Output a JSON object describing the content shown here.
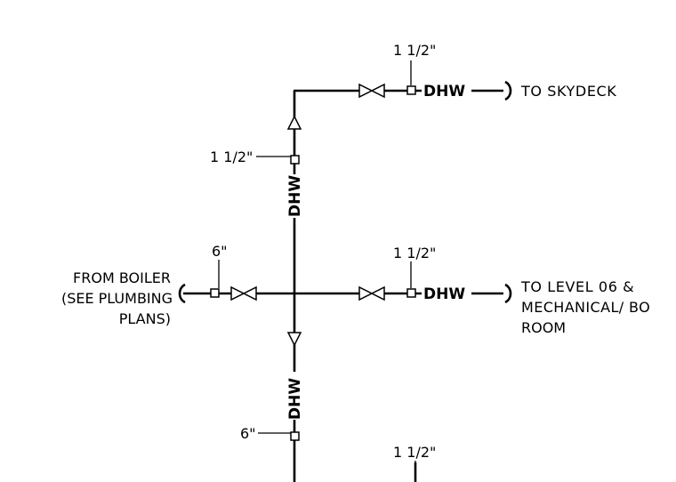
{
  "labels": {
    "skydeck": "TO SKYDECK",
    "boiler_line1": "FROM BOILER",
    "boiler_line2": "(SEE PLUMBING",
    "boiler_line3": "PLANS)",
    "level06_line1": "TO LEVEL 06 &",
    "level06_line2": "MECHANICAL/ BO",
    "level06_line3": "ROOM"
  },
  "pipe_tags": {
    "dhw_skydeck": "DHW",
    "dhw_riser_upper": "DHW",
    "dhw_level06": "DHW",
    "dhw_riser_lower": "DHW"
  },
  "pipe_sizes": {
    "skydeck": "1 1/2\"",
    "riser_upper": "1 1/2\"",
    "boiler": "6\"",
    "level06": "1 1/2\"",
    "riser_lower": "6\"",
    "bottom_right": "1 1/2\""
  },
  "colors": {
    "line": "#000000",
    "background": "#ffffff"
  }
}
